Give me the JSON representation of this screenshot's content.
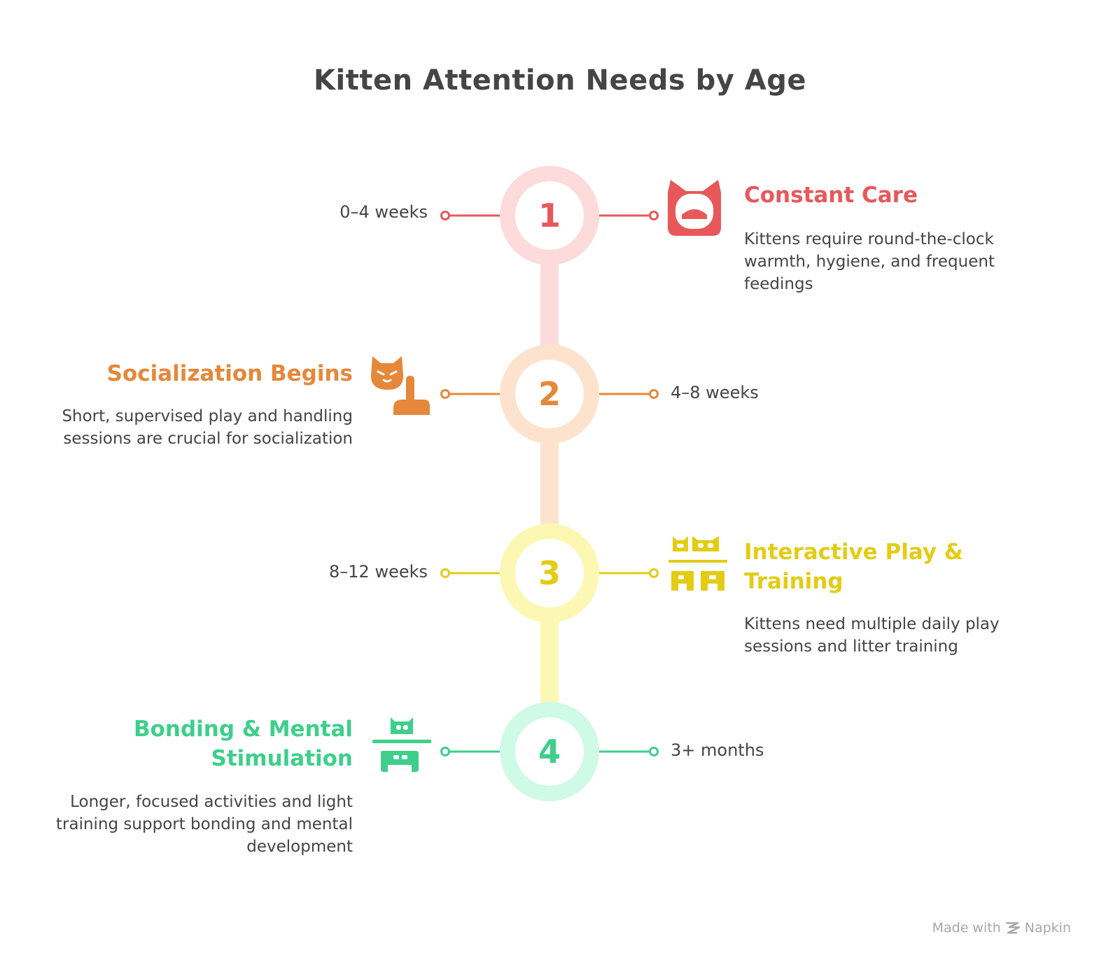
{
  "title": "Kitten Attention Needs by Age",
  "steps": [
    {
      "number": "1",
      "age": "0–4 weeks",
      "heading": "Constant Care",
      "description": "Kittens require round-the-clock warmth, hygiene, and frequent feedings",
      "icon": "cat-face-icon",
      "color": "#e8585a",
      "ring_color": "#fddbdb",
      "connector_color": "#fddbdb"
    },
    {
      "number": "2",
      "age": "4–8 weeks",
      "heading": "Socialization Begins",
      "description": "Short, supervised play and handling sessions are crucial for socialization",
      "icon": "cat-with-hand-icon",
      "color": "#e5883a",
      "ring_color": "#fde3cd",
      "connector_color": "#fde3cd"
    },
    {
      "number": "3",
      "age": "8–12 weeks",
      "heading": "Interactive Play & Training",
      "description": "Kittens need multiple daily play sessions and litter training",
      "icon": "cat-pair-icon",
      "color": "#e3cc14",
      "ring_color": "#fdf7b4",
      "connector_color": "#fdf7b4"
    },
    {
      "number": "4",
      "age": "3+ months",
      "heading": "Bonding & Mental Stimulation",
      "description": "Longer, focused activities and light training support bonding and mental development",
      "icon": "cat-bond-icon",
      "color": "#3ecf8a",
      "ring_color": "#cffae6",
      "connector_color": "#cffae6"
    }
  ],
  "footer": {
    "made_with": "Made with",
    "brand": "Napkin",
    "logo_icon": "napkin-logo-icon"
  }
}
